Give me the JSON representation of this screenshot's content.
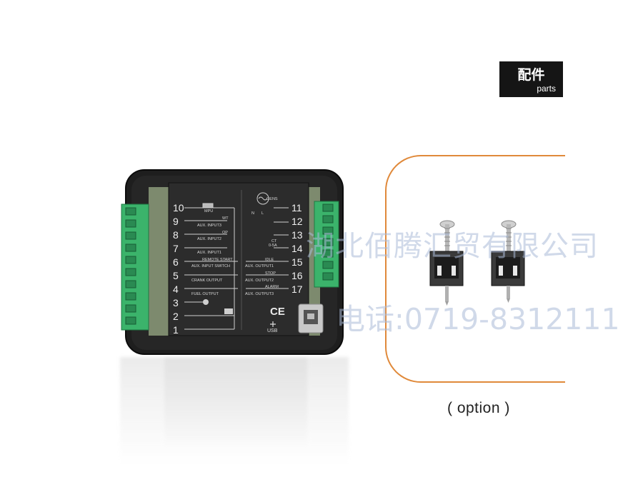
{
  "badge": {
    "title": "配件",
    "subtitle": "parts"
  },
  "controller_labels": {
    "left_terminals": [
      "10",
      "9",
      "8",
      "7",
      "6",
      "5",
      "4",
      "3",
      "2",
      "1"
    ],
    "right_terminals": [
      "11",
      "12",
      "13",
      "14",
      "15",
      "16",
      "17"
    ],
    "left_items": [
      "MPU",
      "AUX. INPUT3",
      "AUX. INPUT2",
      "AUX. INPUT1",
      "AUX. INPUT SWITCH",
      "CRANK OUTPUT",
      "FUEL OUTPUT"
    ],
    "left_tags": [
      "WT",
      "OP",
      "REMOTE START"
    ],
    "right_items": [
      "GENS",
      "CT",
      "0-5A",
      "AUX. OUTPUT1",
      "AUX. OUTPUT2",
      "AUX. OUTPUT3"
    ],
    "right_tags": [
      "IDLE",
      "STOP",
      "ALARM"
    ],
    "gens_terminals": [
      "N",
      "L"
    ],
    "ce_mark": "CE",
    "usb_label": "USB"
  },
  "watermark": {
    "company": "湖北佰腾汇贸有限公司",
    "phone": "电话:0719-8312111"
  },
  "option_label": "( option )",
  "colors": {
    "terminal_green": "#3bb36b",
    "bracket_orange": "#e0893a",
    "case_black": "#1c1c1c",
    "label_plate": "#2a2a2a"
  }
}
